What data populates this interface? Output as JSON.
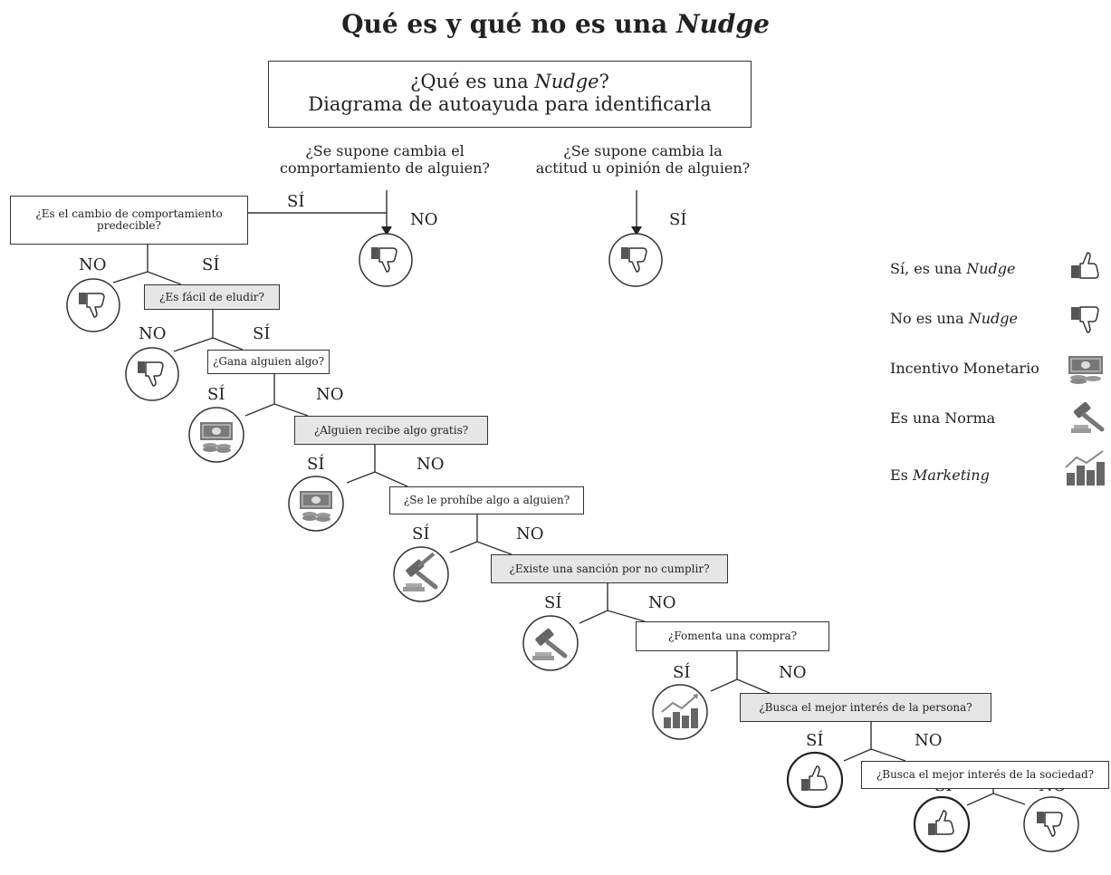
{
  "title": {
    "prefix": "Qué es y qué no es una ",
    "emphasis": "Nudge"
  },
  "header": {
    "line1_prefix": "¿Qué es una ",
    "line1_emphasis": "Nudge",
    "line1_suffix": "?",
    "line2": "Diagrama de autoayuda para identificarla"
  },
  "top_questions": {
    "behavior": {
      "line1": "¿Se supone cambia el",
      "line2": "comportamiento de alguien?"
    },
    "attitude": {
      "line1": "¿Se supone cambia la",
      "line2": "actitud u opinión de alguien?"
    }
  },
  "answers": {
    "yes": "SÍ",
    "no": "NO"
  },
  "questions": {
    "predictable": "¿Es el cambio de comportamiento predecible?",
    "easy_avoid": "¿Es fácil de eludir?",
    "gain": "¿Gana alguien algo?",
    "free": "¿Alguien recibe algo gratis?",
    "prohibit": "¿Se le prohíbe algo a alguien?",
    "sanction": "¿Existe una sanción por no cumplir?",
    "purchase": "¿Fomenta una compra?",
    "person_interest": "¿Busca el mejor interés de la persona?",
    "society_interest": "¿Busca el mejor interés de la sociedad?"
  },
  "legend": {
    "nudge": {
      "prefix": "Sí, es una ",
      "emphasis": "Nudge",
      "icon": "thumbs-up-icon"
    },
    "not_nudge": {
      "prefix": "No es una ",
      "emphasis": "Nudge",
      "icon": "thumbs-down-icon"
    },
    "money": {
      "label": "Incentivo Monetario",
      "icon": "money-icon"
    },
    "rule": {
      "label": "Es una Norma",
      "icon": "gavel-icon"
    },
    "marketing": {
      "prefix": "Es ",
      "emphasis": "Marketing",
      "icon": "chart-icon"
    }
  }
}
